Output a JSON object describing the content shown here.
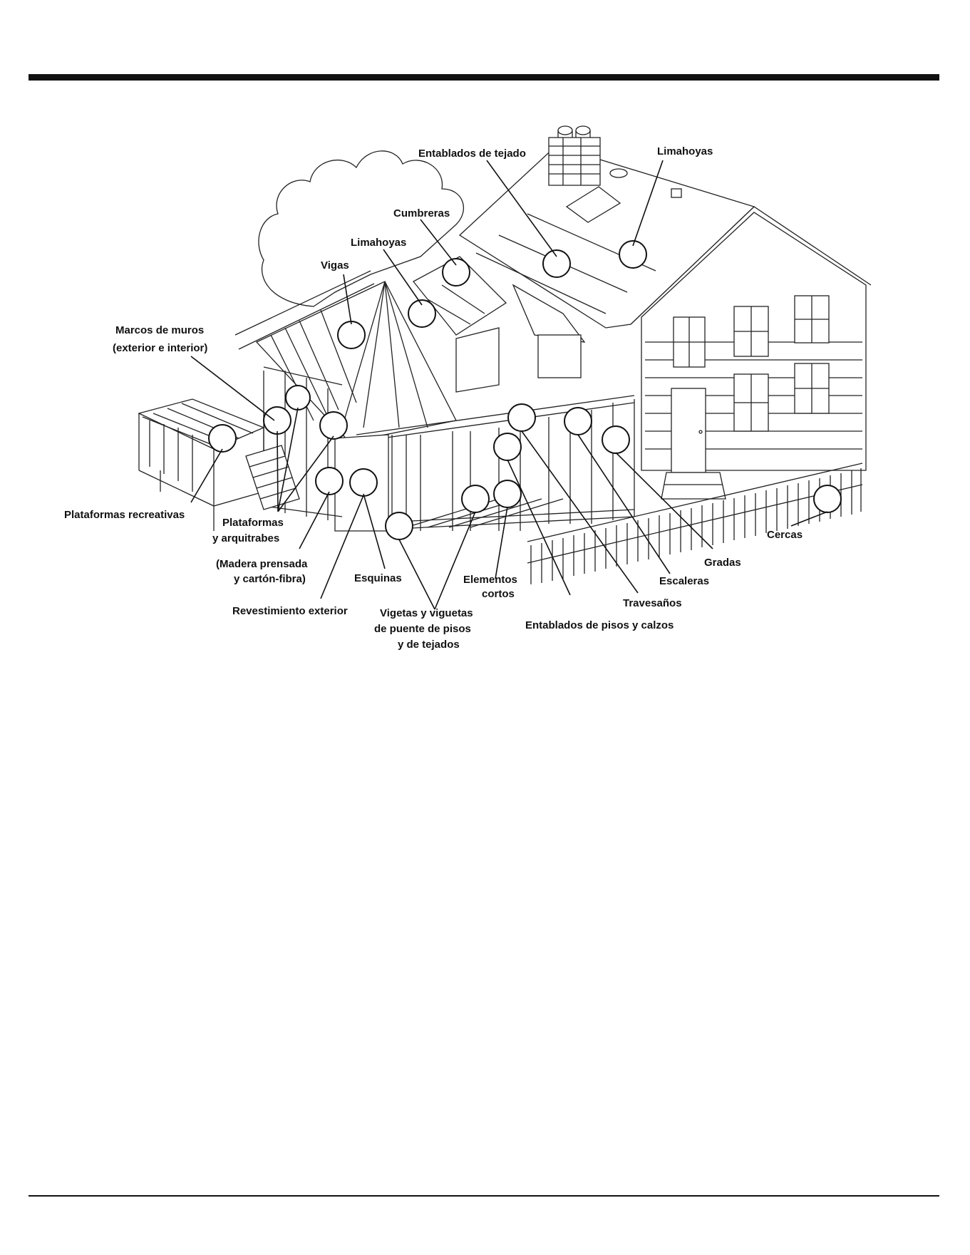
{
  "labels": {
    "entablados_tejado": "Entablados de tejado",
    "limahoyas_top": "Limahoyas",
    "cumbreras": "Cumbreras",
    "limahoyas_mid": "Limahoyas",
    "vigas": "Vigas",
    "marcos_1": "Marcos de muros",
    "marcos_2": "(exterior e interior)",
    "plataformas_recreativas": "Plataformas recreativas",
    "plataformas_1": "Plataformas",
    "plataformas_2": "y arquitrabes",
    "madera_1": "(Madera prensada",
    "madera_2": "y cartón-fibra)",
    "esquinas": "Esquinas",
    "revestimiento": "Revestimiento exterior",
    "vigetas_1": "Vigetas y viguetas",
    "vigetas_2": "de puente de pisos",
    "vigetas_3": "y de tejados",
    "elementos_1": "Elementos",
    "elementos_2": "cortos",
    "entablados_pisos": "Entablados de pisos y calzos",
    "travesanos": "Travesaños",
    "escaleras": "Escaleras",
    "gradas": "Gradas",
    "cercas": "Cercas"
  },
  "icons": {
    "chimney": "chimney-icon",
    "house": "house-framing-illustration"
  }
}
